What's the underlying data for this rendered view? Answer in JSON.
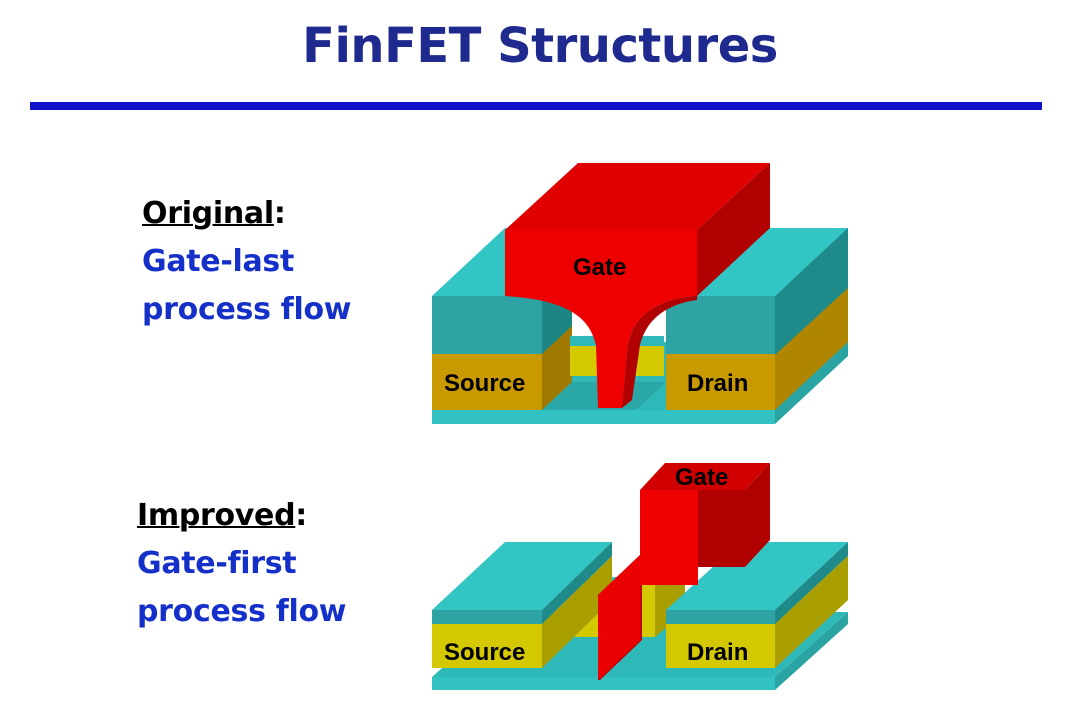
{
  "title": "FinFET Structures",
  "original": {
    "heading": "Original",
    "heading_suffix": ":",
    "lines": [
      "Gate-last",
      "process flow"
    ]
  },
  "improved": {
    "heading": "Improved",
    "heading_suffix": ":",
    "lines": [
      "Gate-first",
      "process flow"
    ]
  },
  "diagram_top": {
    "gate": "Gate",
    "source": "Source",
    "drain": "Drain"
  },
  "diagram_bottom": {
    "gate": "Gate",
    "source": "Source",
    "drain": "Drain"
  },
  "colors": {
    "title": "#1f2a8f",
    "rule": "#0f14c8",
    "caption_blue": "#1430c8",
    "gate_red": "#e00000",
    "oxide_teal": "#2db7b7",
    "source_drain_gold": "#c99a00",
    "fin_yellow": "#d4c800"
  }
}
